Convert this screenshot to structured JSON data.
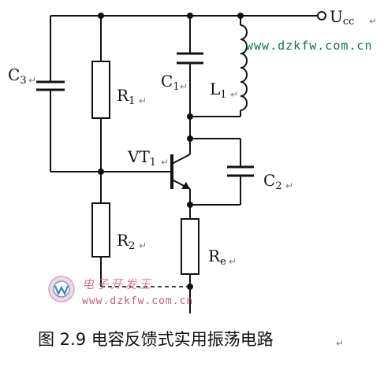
{
  "labels": {
    "ucc": "U",
    "ucc_sub": "cc",
    "c3": "C",
    "c3_sub": "3",
    "r1": "R",
    "r1_sub": "1",
    "c1": "C",
    "c1_sub": "1",
    "l1": "L",
    "l1_sub": "1",
    "vt1": "VT",
    "vt1_sub": "1",
    "c2": "C",
    "c2_sub": "2",
    "r2": "R",
    "r2_sub": "2",
    "re": "R",
    "re_sub": "e"
  },
  "watermark": {
    "url_top": "www.dzkfw.com.cn",
    "url_bottom": "www.dzkfw.com.cn",
    "brand_cn": "电子开发王"
  },
  "caption": "图 2.9  电容反馈式实用振荡电路",
  "colors": {
    "wire": "#111111",
    "watermark_green": "#0a7a3a",
    "watermark_pink": "#d97aa0"
  }
}
